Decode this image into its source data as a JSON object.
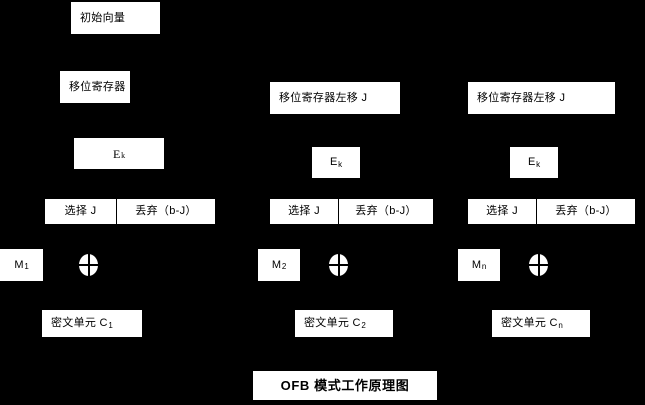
{
  "diagram": {
    "title": "OFB 模式工作原理图",
    "background_color": "#000000",
    "box_color": "#ffffff",
    "text_color": "#000000",
    "stages": [
      {
        "id": "stage-1",
        "iv_label": "初始向量",
        "shift_register_label": "移位寄存器",
        "encrypt_label": "E",
        "encrypt_subscript": "k",
        "select_label": "选择 J",
        "discard_label": "丢弃（b-J）",
        "message_label": "M",
        "message_subscript": "1",
        "xor_label": "xor-operator",
        "cipher_label": "密文单元 C",
        "cipher_subscript": "1"
      },
      {
        "id": "stage-2",
        "shift_register_label": "移位寄存器左移 J",
        "encrypt_label": "E",
        "encrypt_subscript": "k",
        "select_label": "选择 J",
        "discard_label": "丢弃（b-J）",
        "message_label": "M",
        "message_subscript": "2",
        "xor_label": "xor-operator",
        "cipher_label": "密文单元 C",
        "cipher_subscript": "2"
      },
      {
        "id": "stage-n",
        "shift_register_label": "移位寄存器左移 J",
        "encrypt_label": "E",
        "encrypt_subscript": "k",
        "select_label": "选择 J",
        "discard_label": "丢弃（b-J）",
        "message_label": "M",
        "message_subscript": "n",
        "xor_label": "xor-operator",
        "cipher_label": "密文单元 C",
        "cipher_subscript": "n"
      }
    ]
  }
}
